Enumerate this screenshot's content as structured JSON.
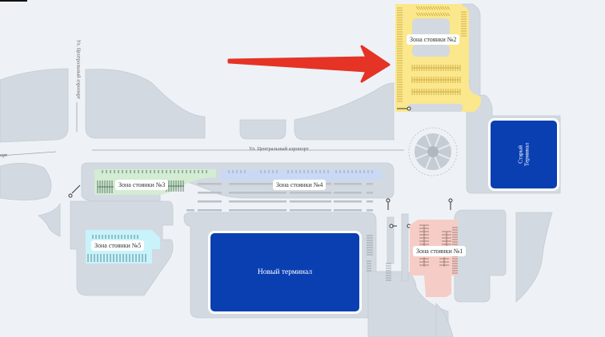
{
  "map": {
    "title": "Схема парковок аэропорта",
    "zones": [
      {
        "id": "zone-2",
        "label": "Зона стоянки №2",
        "color": "#fbe78c"
      },
      {
        "id": "zone-3",
        "label": "Зона стоянки №3",
        "color": "#d3ecd3"
      },
      {
        "id": "zone-4",
        "label": "Зона стоянки №4",
        "color": "#c9d9f4"
      },
      {
        "id": "zone-5",
        "label": "Зона стоянки №5",
        "color": "#c8f3fb"
      },
      {
        "id": "zone-1",
        "label": "Зона стоянки №1",
        "color": "#f6cdc6"
      }
    ],
    "terminals": [
      {
        "id": "new-terminal",
        "label": "Новый терминал",
        "color": "#0a3fb2"
      },
      {
        "id": "old-terminal",
        "label": "Старый Терминал",
        "color": "#0a3fb2"
      }
    ],
    "roads": {
      "vertical": "Ул. Центральный аэропорт",
      "horizontal": "Ул. Центральный аэропорт",
      "left_edge": "орт"
    },
    "annotation": {
      "type": "arrow",
      "color": "#e53326",
      "points_to": "Зона стоянки №2"
    }
  }
}
